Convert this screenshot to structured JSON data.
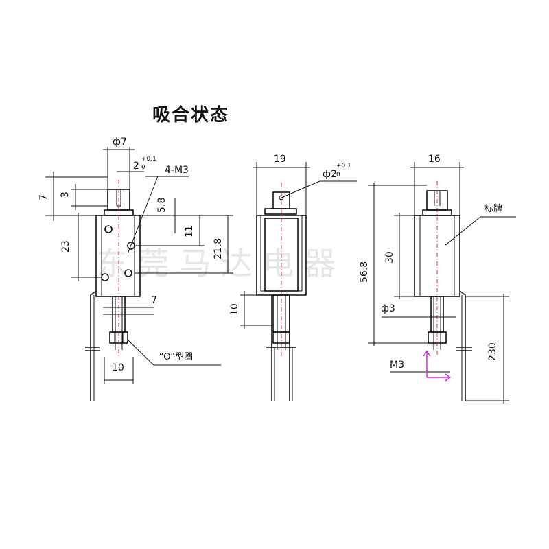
{
  "title": "吸合状态",
  "watermark": "东 莞 马 达 电 器",
  "left_view": {
    "phi7": "ф7",
    "slot2": "2",
    "slot2_tol_up": "+0.1",
    "slot2_tol_low": "0",
    "screw_label": "4-M3",
    "dim_7": "7",
    "dim_3": "3",
    "dim_5_8": "5.8",
    "dim_11": "11",
    "dim_21_8": "21.8",
    "dim_23": "23",
    "dim_7b": "7",
    "dim_10": "10",
    "oring_label": "“O”型圈"
  },
  "middle_view": {
    "dim_19": "19",
    "phi2": "ф2",
    "phi2_tol_up": "+0.1",
    "phi2_tol_low": "0",
    "dim_10": "10"
  },
  "right_view": {
    "dim_16": "16",
    "nameplate_label": "标牌",
    "dim_56_8": "56.8",
    "dim_30": "30",
    "phi3": "ф3",
    "m3_label": "M3",
    "dim_230": "230"
  },
  "colors": {
    "line": "#111111",
    "centerline": "#d0202a",
    "arrow": "#d020d0"
  }
}
